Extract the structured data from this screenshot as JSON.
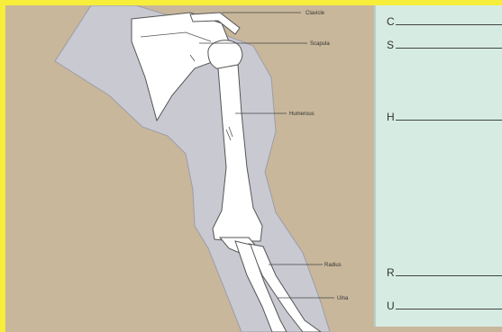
{
  "labels": {
    "clavicle": "Clavicle",
    "scapula": "Scapula",
    "humerus": "Humerous",
    "radius": "Radius",
    "ulna": "Ulna"
  },
  "answer_sheet": {
    "rows": [
      {
        "letter": "C"
      },
      {
        "letter": "S"
      },
      {
        "letter": "H"
      },
      {
        "letter": "R"
      },
      {
        "letter": "U"
      }
    ]
  },
  "colors": {
    "border": "#f6ee3a",
    "diagram_bg": "#c8b79b",
    "arm_silhouette": "#c9c9d2",
    "bone": "#ffffff",
    "answer_panel": "#d6ece3"
  }
}
